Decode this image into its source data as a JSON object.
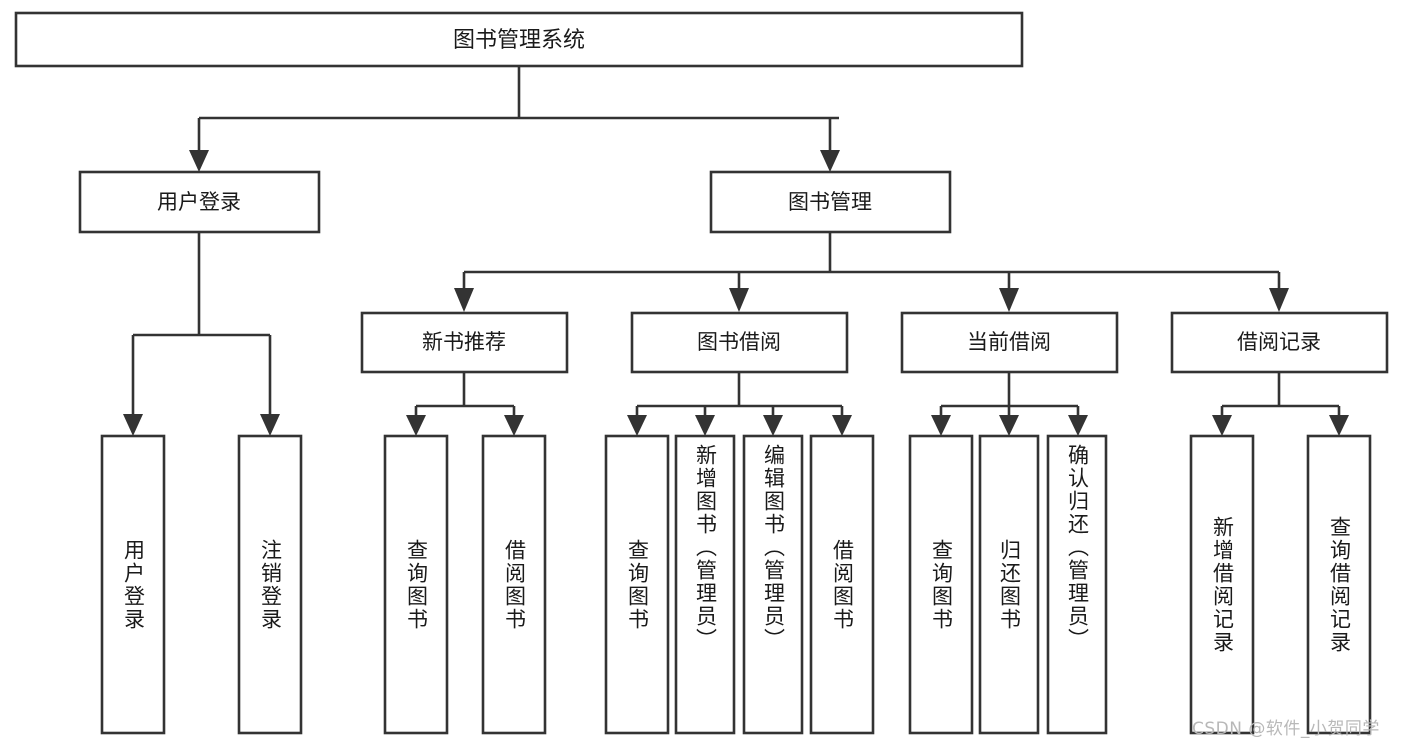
{
  "diagram": {
    "type": "tree-hierarchy",
    "title": "图书管理系统",
    "root": {
      "id": "root",
      "label": "图书管理系统"
    },
    "level1": [
      {
        "id": "user-login",
        "label": "用户登录"
      },
      {
        "id": "book-manage",
        "label": "图书管理"
      }
    ],
    "level2": [
      {
        "id": "new-book-recommend",
        "label": "新书推荐",
        "parent": "book-manage"
      },
      {
        "id": "book-borrow",
        "label": "图书借阅",
        "parent": "book-manage"
      },
      {
        "id": "current-borrow",
        "label": "当前借阅",
        "parent": "book-manage"
      },
      {
        "id": "borrow-record",
        "label": "借阅记录",
        "parent": "book-manage"
      }
    ],
    "leaves": [
      {
        "id": "leaf-user-login",
        "label": "用户登录",
        "parent": "user-login"
      },
      {
        "id": "leaf-logout",
        "label": "注销登录",
        "parent": "user-login"
      },
      {
        "id": "leaf-query-book-1",
        "label": "查询图书",
        "parent": "new-book-recommend"
      },
      {
        "id": "leaf-borrow-book-1",
        "label": "借阅图书",
        "parent": "new-book-recommend"
      },
      {
        "id": "leaf-query-book-2",
        "label": "查询图书",
        "parent": "book-borrow"
      },
      {
        "id": "leaf-add-book",
        "label": "新增图书（管理员）",
        "parent": "book-borrow"
      },
      {
        "id": "leaf-edit-book",
        "label": "编辑图书（管理员）",
        "parent": "book-borrow"
      },
      {
        "id": "leaf-borrow-book-2",
        "label": "借阅图书",
        "parent": "book-borrow"
      },
      {
        "id": "leaf-query-book-3",
        "label": "查询图书",
        "parent": "current-borrow"
      },
      {
        "id": "leaf-return-book",
        "label": "归还图书",
        "parent": "current-borrow"
      },
      {
        "id": "leaf-confirm-return",
        "label": "确认归还（管理员）",
        "parent": "current-borrow"
      },
      {
        "id": "leaf-add-record",
        "label": "新增借阅记录",
        "parent": "borrow-record"
      },
      {
        "id": "leaf-query-record",
        "label": "查询借阅记录",
        "parent": "borrow-record"
      }
    ]
  },
  "watermark": {
    "text": "CSDN @软件_小贺同学"
  },
  "colors": {
    "stroke": "#333333",
    "box_fill": "#ffffff",
    "text": "#1a1a1a",
    "background": "#ffffff",
    "watermark": "#b8b8b8"
  }
}
